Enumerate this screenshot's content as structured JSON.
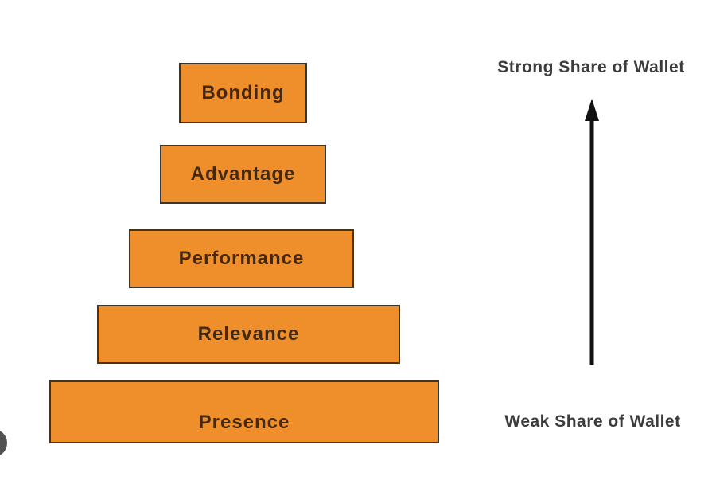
{
  "pyramid": {
    "levels": [
      {
        "name": "bonding",
        "label": "Bonding"
      },
      {
        "name": "advantage",
        "label": "Advantage"
      },
      {
        "name": "performance",
        "label": "Performance"
      },
      {
        "name": "relevance",
        "label": "Relevance"
      },
      {
        "name": "presence",
        "label": "Presence"
      }
    ],
    "box_fill": "#EE8F2B",
    "box_border": "#413422",
    "label_color": "#44290F"
  },
  "axis": {
    "top_label": "Strong Share of Wallet",
    "bottom_label": "Weak Share of Wallet",
    "direction": "up",
    "label_color": "#3C3C3C",
    "arrow_color": "#111111"
  },
  "decor": {
    "corner_circle_color": "#525252"
  }
}
